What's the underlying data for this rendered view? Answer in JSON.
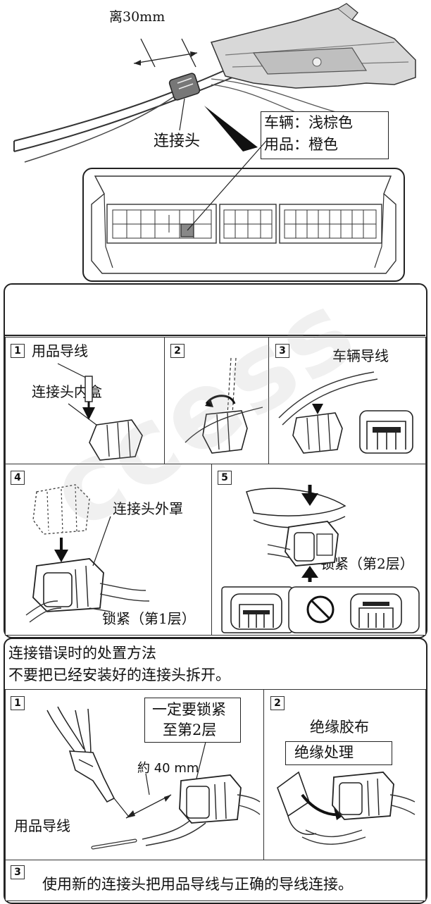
{
  "top": {
    "distance_label": "离30mm",
    "connector_label": "连接头",
    "color_note_line1": "车辆：浅棕色",
    "color_note_line2": "用品：橙色"
  },
  "procedure": {
    "step1_num": "1",
    "step1_label_wire": "用品导线",
    "step1_label_box": "连接头内盒",
    "step2_num": "2",
    "step3_num": "3",
    "step3_label": "车辆导线",
    "step4_num": "4",
    "step4_label_cover": "连接头外罩",
    "step4_label_lock": "锁紧（第1层）",
    "step5_num": "5",
    "step5_label_lock": "锁紧（第2层）"
  },
  "error": {
    "title": "连接错误时的处置方法",
    "subtitle": "不要把已经安装好的连接头拆开。",
    "step1_num": "1",
    "step1_note_line1": "一定要锁紧",
    "step1_note_line2": "至第2层",
    "step1_measure": "約 40 mm",
    "step1_wire": "用品导线",
    "step2_num": "2",
    "step2_tape": "绝缘胶布",
    "step2_process": "绝缘处理",
    "step3_num": "3",
    "step3_text": "使用新的连接头把用品导线与正确的导线连接。"
  },
  "watermark": "ccess"
}
